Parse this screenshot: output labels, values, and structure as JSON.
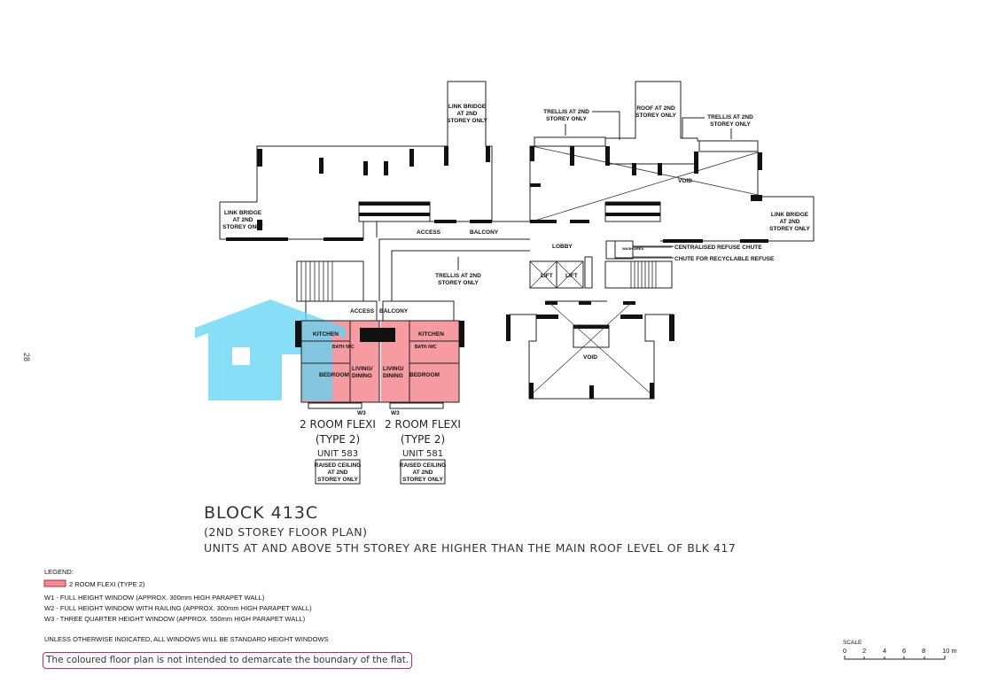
{
  "page_number": "28",
  "labels": {
    "link_bridge_top": [
      "LINK BRIDGE",
      "AT 2ND",
      "STOREY ONLY"
    ],
    "link_bridge_left": [
      "LINK BRIDGE",
      "AT 2ND",
      "STOREY ONLY"
    ],
    "link_bridge_right": [
      "LINK BRIDGE",
      "AT 2ND",
      "STOREY ONLY"
    ],
    "trellis_left": [
      "TRELLIS AT 2ND",
      "STOREY ONLY"
    ],
    "roof": [
      "ROOF AT 2ND",
      "STOREY ONLY"
    ],
    "trellis_right": [
      "TRELLIS AT 2ND",
      "STOREY ONLY"
    ],
    "trellis_center": [
      "TRELLIS AT 2ND",
      "STOREY ONLY"
    ],
    "void": "VOID",
    "void_lower": "VOID",
    "access": "ACCESS",
    "balcony": "BALCONY",
    "lobby": "LOBBY",
    "lift1": "LIFT",
    "lift2": "LIFT",
    "wash_area": "WASH AREA",
    "centralised_refuse_chute": "CENTRALISED REFUSE CHUTE",
    "recyclable_chute": "CHUTE FOR RECYCLABLE REFUSE",
    "access_unit": "ACCESS",
    "balcony_unit": "BALCONY",
    "kitchen": "KITCHEN",
    "bath": "BATH /WC",
    "bedroom": "BEDROOM",
    "living": [
      "LIVING/",
      "DINING"
    ],
    "w3": "W3"
  },
  "units": [
    {
      "type": "2 ROOM FLEXI",
      "subtype": "(TYPE 2)",
      "unit": "UNIT 583",
      "note": [
        "RAISED CEILING",
        "AT 2ND",
        "STOREY ONLY"
      ]
    },
    {
      "type": "2 ROOM FLEXI",
      "subtype": "(TYPE 2)",
      "unit": "UNIT 581",
      "note": [
        "RAISED CEILING",
        "AT 2ND",
        "STOREY ONLY"
      ]
    }
  ],
  "block": {
    "title": "BLOCK 413C",
    "subtitle": "(2ND STOREY FLOOR PLAN)",
    "note": "UNITS AT AND ABOVE 5TH STOREY ARE HIGHER THAN THE MAIN ROOF LEVEL OF BLK 417"
  },
  "legend": {
    "heading": "LEGEND:",
    "swatch_label": "2 ROOM FLEXI (TYPE 2)",
    "swatch_color": "#f58a92",
    "items": [
      "W1 - FULL HEIGHT WINDOW (APPROX. 300mm HIGH PARAPET WALL)",
      "W2 - FULL HEIGHT WINDOW WITH RAILING (APPROX. 300mm HIGH PARAPET WALL)",
      "W3 - THREE QUARTER HEIGHT WINDOW (APPROX. 550mm HIGH PARAPET WALL)"
    ],
    "windows_note": "UNLESS OTHERWISE INDICATED, ALL WINDOWS WILL BE STANDARD HEIGHT WINDOWS"
  },
  "disclaimer": "The coloured floor plan is not intended to demarcate the boundary of the flat.",
  "scale": {
    "label": "SCALE",
    "ticks": [
      "0",
      "2",
      "4",
      "6",
      "8",
      "10 m"
    ]
  },
  "colors": {
    "unit_fill": "#f58a92",
    "watermark": "#5fd4f5",
    "disclaimer_border": "#b0306a"
  }
}
